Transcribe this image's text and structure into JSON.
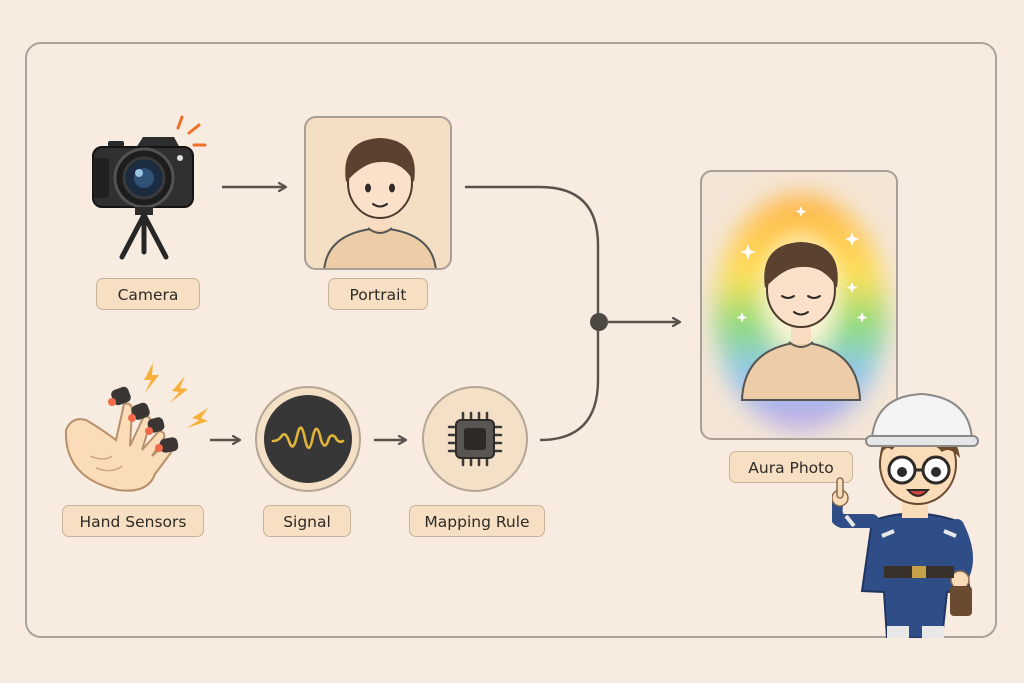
{
  "nodes": {
    "camera": {
      "label": "Camera"
    },
    "portrait": {
      "label": "Portrait"
    },
    "hand": {
      "label": "Hand Sensors"
    },
    "signal": {
      "label": "Signal"
    },
    "mapping": {
      "label": "Mapping Rule"
    },
    "aura": {
      "label": "Aura Photo"
    }
  },
  "colors": {
    "background": "#f8ebe0",
    "label_fill": "#f6dfc2",
    "arrow": "#5a534d",
    "signal_wave": "#e2b53a"
  }
}
